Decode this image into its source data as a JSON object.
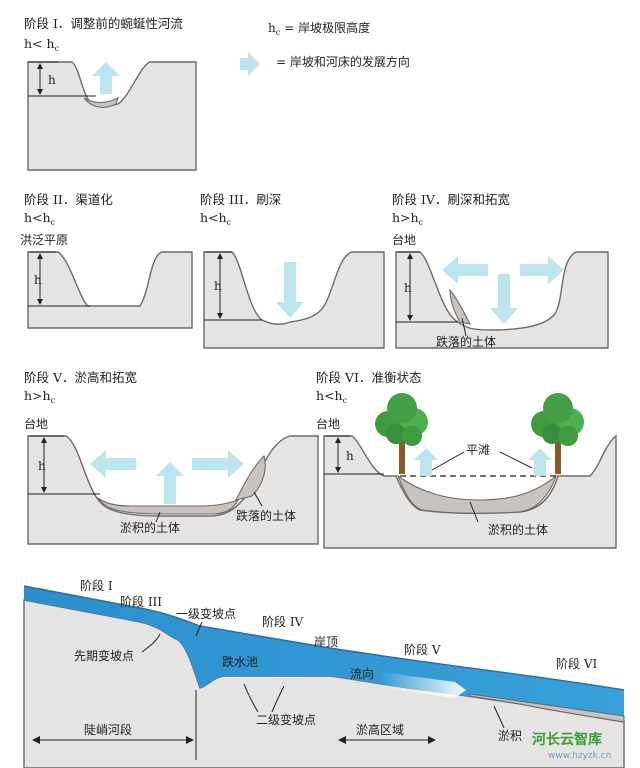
{
  "legend": {
    "hc_symbol": "h",
    "hc_sub": "c",
    "hc_text": "= 岸坡极限高度",
    "arrow_text": "= 岸坡和河床的发展方向"
  },
  "stages": [
    {
      "title": "阶段 I．调整前的蜿蜒性河流",
      "cond_main": "h< h",
      "cond_sub": "c",
      "h_label": "h"
    },
    {
      "title": "阶段 II．渠道化",
      "cond_main": "h<h",
      "cond_sub": "c",
      "top_label": "洪泛平原",
      "h_label": "h"
    },
    {
      "title": "阶段 III．刷深",
      "cond_main": "h<h",
      "cond_sub": "c",
      "h_label": "h"
    },
    {
      "title": "阶段 IV．刷深和拓宽",
      "cond_main": "h>h",
      "cond_sub": "c",
      "top_label": "台地",
      "h_label": "h",
      "annot": [
        "跌落的土体"
      ]
    },
    {
      "title": "阶段 V．淤高和拓宽",
      "cond_main": "h>h",
      "cond_sub": "c",
      "top_label": "台地",
      "h_label": "h",
      "annot": [
        "淤积的土体",
        "跌落的土体"
      ]
    },
    {
      "title": "阶段 VI．准衡状态",
      "cond_main": "h<h",
      "cond_sub": "c",
      "top_label": "台地",
      "h_label": "h",
      "annot": [
        "平滩",
        "淤积的土体"
      ]
    }
  ],
  "profile": {
    "labels": {
      "stage1": "阶段 I",
      "stage3": "阶段 III",
      "grade1": "一级变坡点",
      "stage4": "阶段 IV",
      "bank_top": "岸顶",
      "stage5": "阶段 V",
      "stage6": "阶段 VI",
      "prior_knick": "先期变坡点",
      "plunge_pool": "跌水池",
      "flow": "流向",
      "grade2": "二级变坡点",
      "steep_segment": "陡峭河段",
      "aggradation_zone": "淤高区域",
      "deposition": "淤积"
    }
  },
  "watermark": {
    "name": "河长云智库",
    "url": "www.hzyzk.cn"
  },
  "colors": {
    "ground": "#e6e4e3",
    "outline": "#6e6a69",
    "sediment": "#c9c3c0",
    "arrow": "#b8e3ec",
    "water_dark": "#2a8fcc",
    "water_light": "#bfe3f5",
    "tree_green": "#43a047",
    "trunk": "#8a5a2b"
  },
  "icons": [
    "development-arrow-icon",
    "tree-icon"
  ]
}
